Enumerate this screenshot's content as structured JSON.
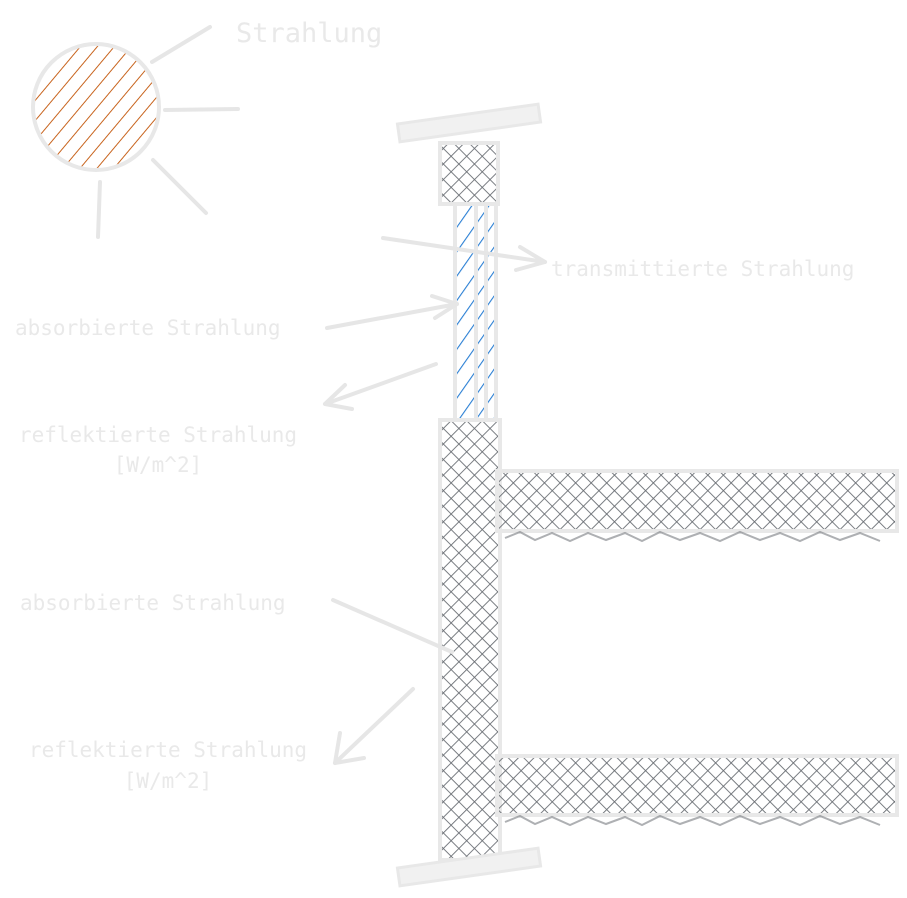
{
  "labels": {
    "sun_radiation": "Strahlung",
    "transmitted": "transmittierte Strahlung",
    "absorbed_window": "absorbierte Strahlung",
    "reflected_window_line1": "reflektierte Strahlung",
    "reflected_window_line2": "[W/m^2]",
    "absorbed_wall": "absorbierte Strahlung",
    "reflected_wall_line1": "reflektierte Strahlung",
    "reflected_wall_line2": "[W/m^2]"
  },
  "colors": {
    "sun_hatch": "#c8641e",
    "glass_hatch": "#2a7fd4",
    "wall_hatch": "#6b6f75",
    "outline": "#e8e8e8",
    "label_text": "#e9e9e9"
  }
}
